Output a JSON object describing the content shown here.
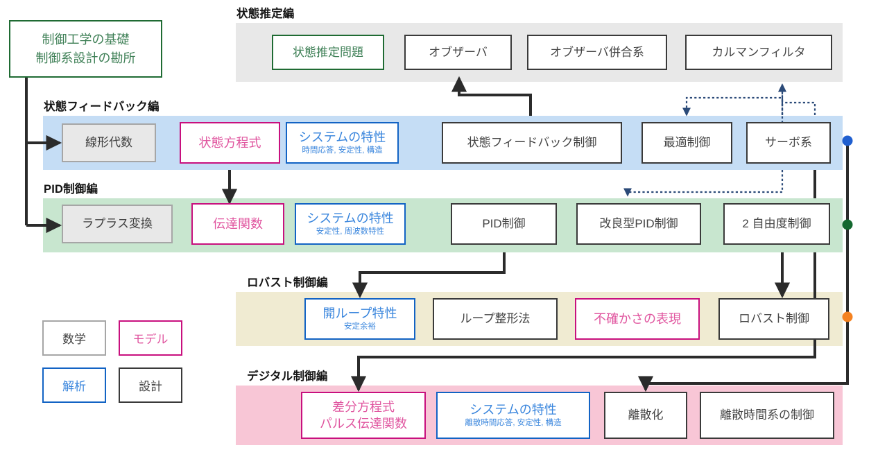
{
  "colors": {
    "gray_band": "#e8e8e8",
    "blue_band": "#c5ddf5",
    "green_band": "#c8e6cf",
    "yellow_band": "#f0ebd2",
    "pink_band": "#f8c6d6",
    "math_border": "#a6a6a6",
    "math_fill": "#e8e8e8",
    "model_border": "#c8107e",
    "model_text": "#e0559f",
    "analysis_border": "#1263c4",
    "analysis_text": "#3a86dd",
    "design_border": "#3a3a3a",
    "design_text": "#444444",
    "green_border": "#1f6b33",
    "green_text": "#3d7f55",
    "dot_blue": "#1f5fd0",
    "dot_green": "#13682f",
    "dot_orange": "#f58220",
    "arrow": "#2b2b2b",
    "dashed": "#2b4a78"
  },
  "root": {
    "line1": "制御工学の基礎",
    "line2": "制御系設計の勘所"
  },
  "sections": [
    {
      "key": "state_estimation",
      "title": "状態推定編"
    },
    {
      "key": "state_feedback",
      "title": "状態フィードバック編"
    },
    {
      "key": "pid",
      "title": "PID制御編"
    },
    {
      "key": "robust",
      "title": "ロバスト制御編"
    },
    {
      "key": "digital",
      "title": "デジタル制御編"
    }
  ],
  "nodes": {
    "state_estimation": [
      {
        "id": "se1",
        "label": "状態推定問題",
        "sub": "",
        "kind": "green"
      },
      {
        "id": "se2",
        "label": "オブザーバ",
        "sub": "",
        "kind": "design"
      },
      {
        "id": "se3",
        "label": "オブザーバ併合系",
        "sub": "",
        "kind": "design"
      },
      {
        "id": "se4",
        "label": "カルマンフィルタ",
        "sub": "",
        "kind": "design"
      }
    ],
    "state_feedback": [
      {
        "id": "sf1",
        "label": "線形代数",
        "sub": "",
        "kind": "math"
      },
      {
        "id": "sf2",
        "label": "状態方程式",
        "sub": "",
        "kind": "model"
      },
      {
        "id": "sf3",
        "label": "システムの特性",
        "sub": "時間応答, 安定性, 構造",
        "kind": "analysis"
      },
      {
        "id": "sf4",
        "label": "状態フィードバック制御",
        "sub": "",
        "kind": "design"
      },
      {
        "id": "sf5",
        "label": "最適制御",
        "sub": "",
        "kind": "design"
      },
      {
        "id": "sf6",
        "label": "サーボ系",
        "sub": "",
        "kind": "design"
      }
    ],
    "pid": [
      {
        "id": "pd1",
        "label": "ラプラス変換",
        "sub": "",
        "kind": "math"
      },
      {
        "id": "pd2",
        "label": "伝達関数",
        "sub": "",
        "kind": "model"
      },
      {
        "id": "pd3",
        "label": "システムの特性",
        "sub": "安定性, 周波数特性",
        "kind": "analysis"
      },
      {
        "id": "pd4",
        "label": "PID制御",
        "sub": "",
        "kind": "design"
      },
      {
        "id": "pd5",
        "label": "改良型PID制御",
        "sub": "",
        "kind": "design"
      },
      {
        "id": "pd6",
        "label": "2 自由度制御",
        "sub": "",
        "kind": "design"
      }
    ],
    "robust": [
      {
        "id": "rb1",
        "label": "開ループ特性",
        "sub": "安定余裕",
        "kind": "analysis"
      },
      {
        "id": "rb2",
        "label": "ループ整形法",
        "sub": "",
        "kind": "design"
      },
      {
        "id": "rb3",
        "label": "不確かさの表現",
        "sub": "",
        "kind": "model"
      },
      {
        "id": "rb4",
        "label": "ロバスト制御",
        "sub": "",
        "kind": "design"
      }
    ],
    "digital": [
      {
        "id": "dg1",
        "label": "差分方程式",
        "label2": "パルス伝達関数",
        "sub": "",
        "kind": "model"
      },
      {
        "id": "dg2",
        "label": "システムの特性",
        "sub": "離散時間応答, 安定性, 構造",
        "kind": "analysis"
      },
      {
        "id": "dg3",
        "label": "離散化",
        "sub": "",
        "kind": "design"
      },
      {
        "id": "dg4",
        "label": "離散時間系の制御",
        "sub": "",
        "kind": "design"
      }
    ]
  },
  "legend": [
    {
      "id": "lg1",
      "label": "数学",
      "kind": "math"
    },
    {
      "id": "lg2",
      "label": "モデル",
      "kind": "model"
    },
    {
      "id": "lg3",
      "label": "解析",
      "kind": "analysis"
    },
    {
      "id": "lg4",
      "label": "設計",
      "kind": "design"
    }
  ]
}
